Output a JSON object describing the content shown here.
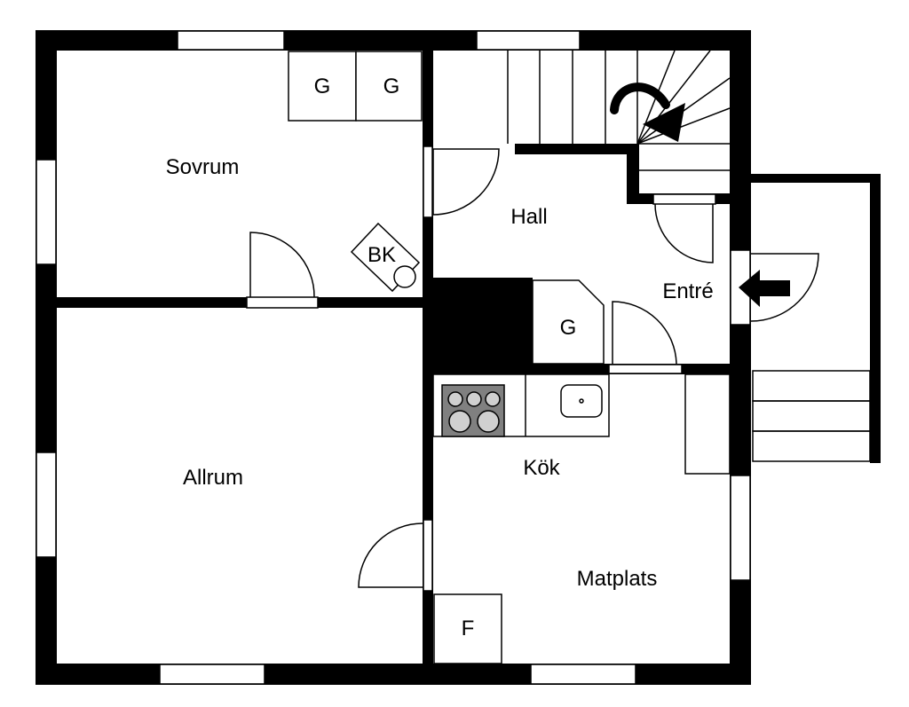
{
  "rooms": {
    "sovrum": "Sovrum",
    "hall": "Hall",
    "entre": "Entré",
    "allrum": "Allrum",
    "kok": "Kök",
    "matplats": "Matplats"
  },
  "fixtures": {
    "wardrobe_1": "G",
    "wardrobe_2": "G",
    "wardrobe_3": "G",
    "laundry": "BK",
    "freezer": "F"
  }
}
